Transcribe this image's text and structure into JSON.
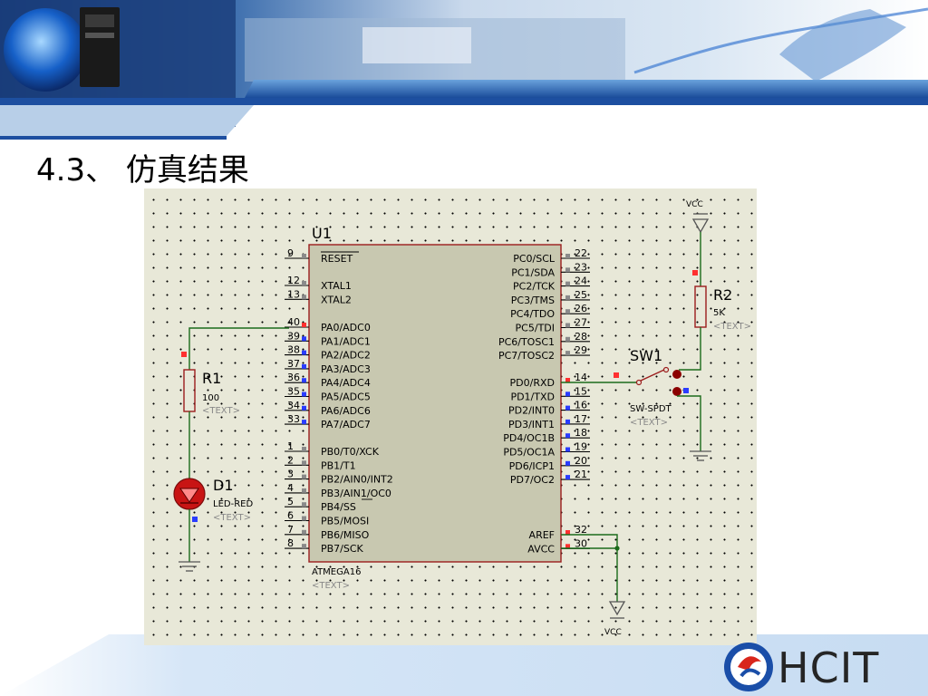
{
  "slide": {
    "title": "4.3、 仿真结果"
  },
  "logo": {
    "text": "HCIT"
  },
  "schematic": {
    "mcu": {
      "ref": "U1",
      "part": "ATMEGA16",
      "text": "<TEXT>",
      "left_pins": [
        {
          "num": "9",
          "name": "RESET",
          "state": "gray"
        },
        {
          "num": "12",
          "name": "XTAL1",
          "state": "gray"
        },
        {
          "num": "13",
          "name": "XTAL2",
          "state": "gray"
        },
        {
          "num": "40",
          "name": "PA0/ADC0",
          "state": "red"
        },
        {
          "num": "39",
          "name": "PA1/ADC1",
          "state": "blue"
        },
        {
          "num": "38",
          "name": "PA2/ADC2",
          "state": "blue"
        },
        {
          "num": "37",
          "name": "PA3/ADC3",
          "state": "blue"
        },
        {
          "num": "36",
          "name": "PA4/ADC4",
          "state": "blue"
        },
        {
          "num": "35",
          "name": "PA5/ADC5",
          "state": "blue"
        },
        {
          "num": "34",
          "name": "PA6/ADC6",
          "state": "blue"
        },
        {
          "num": "33",
          "name": "PA7/ADC7",
          "state": "blue"
        },
        {
          "num": "1",
          "name": "PB0/T0/XCK",
          "state": "gray"
        },
        {
          "num": "2",
          "name": "PB1/T1",
          "state": "gray"
        },
        {
          "num": "3",
          "name": "PB2/AIN0/INT2",
          "state": "gray"
        },
        {
          "num": "4",
          "name": "PB3/AIN1/OC0",
          "state": "gray"
        },
        {
          "num": "5",
          "name": "PB4/SS",
          "state": "gray"
        },
        {
          "num": "6",
          "name": "PB5/MOSI",
          "state": "gray"
        },
        {
          "num": "7",
          "name": "PB6/MISO",
          "state": "gray"
        },
        {
          "num": "8",
          "name": "PB7/SCK",
          "state": "gray"
        }
      ],
      "right_pins": [
        {
          "num": "22",
          "name": "PC0/SCL",
          "state": "gray"
        },
        {
          "num": "23",
          "name": "PC1/SDA",
          "state": "gray"
        },
        {
          "num": "24",
          "name": "PC2/TCK",
          "state": "gray"
        },
        {
          "num": "25",
          "name": "PC3/TMS",
          "state": "gray"
        },
        {
          "num": "26",
          "name": "PC4/TDO",
          "state": "gray"
        },
        {
          "num": "27",
          "name": "PC5/TDI",
          "state": "gray"
        },
        {
          "num": "28",
          "name": "PC6/TOSC1",
          "state": "gray"
        },
        {
          "num": "29",
          "name": "PC7/TOSC2",
          "state": "gray"
        },
        {
          "num": "14",
          "name": "PD0/RXD",
          "state": "red"
        },
        {
          "num": "15",
          "name": "PD1/TXD",
          "state": "blue"
        },
        {
          "num": "16",
          "name": "PD2/INT0",
          "state": "blue"
        },
        {
          "num": "17",
          "name": "PD3/INT1",
          "state": "blue"
        },
        {
          "num": "18",
          "name": "PD4/OC1B",
          "state": "blue"
        },
        {
          "num": "19",
          "name": "PD5/OC1A",
          "state": "blue"
        },
        {
          "num": "20",
          "name": "PD6/ICP1",
          "state": "blue"
        },
        {
          "num": "21",
          "name": "PD7/OC2",
          "state": "blue"
        },
        {
          "num": "32",
          "name": "AREF",
          "state": "red"
        },
        {
          "num": "30",
          "name": "AVCC",
          "state": "red"
        }
      ]
    },
    "r1": {
      "ref": "R1",
      "value": "100",
      "text": "<TEXT>"
    },
    "d1": {
      "ref": "D1",
      "value": "LED-RED",
      "text": "<TEXT>"
    },
    "r2": {
      "ref": "R2",
      "value": "5K",
      "text": "<TEXT>"
    },
    "sw1": {
      "ref": "SW1",
      "value": "SW-SPDT",
      "text": "<TEXT>"
    },
    "vcc_top": "VCC",
    "vcc_bottom": "VCC",
    "colors": {
      "wire": "#1a6a1a",
      "component": "#9b1c1c",
      "chip_fill": "#c8c8b0",
      "pin_high": "#ff3030",
      "pin_low": "#2a3cff",
      "pin_float": "#8a8a8a"
    }
  }
}
